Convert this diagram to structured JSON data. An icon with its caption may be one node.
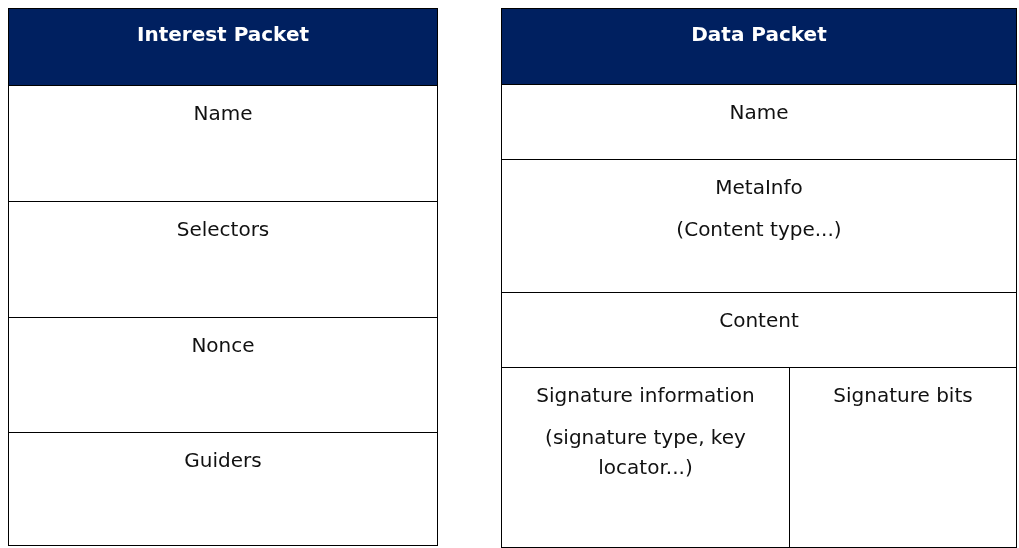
{
  "diagram": {
    "nodes": [
      {
        "text": [
          "Interest Packet"
        ]
      },
      {
        "text": [
          "Name"
        ],
        "in": 0
      },
      {
        "text": [
          "Selectors"
        ],
        "in": 0
      },
      {
        "text": [
          "Nonce"
        ],
        "in": 0
      },
      {
        "text": [
          "Guiders"
        ],
        "in": 0
      },
      {
        "text": [
          "Data Packet"
        ]
      },
      {
        "text": [
          "Name"
        ],
        "in": 5
      },
      {
        "text": [
          "MetaInfo",
          "(Content type...)"
        ],
        "in": 5
      },
      {
        "text": [
          "Content"
        ],
        "in": 5
      },
      {
        "text": [
          "Signature information",
          "(signature type, key locator...)"
        ],
        "in": 5
      },
      {
        "text": [
          "Signature bits"
        ],
        "in": 5
      }
    ]
  }
}
